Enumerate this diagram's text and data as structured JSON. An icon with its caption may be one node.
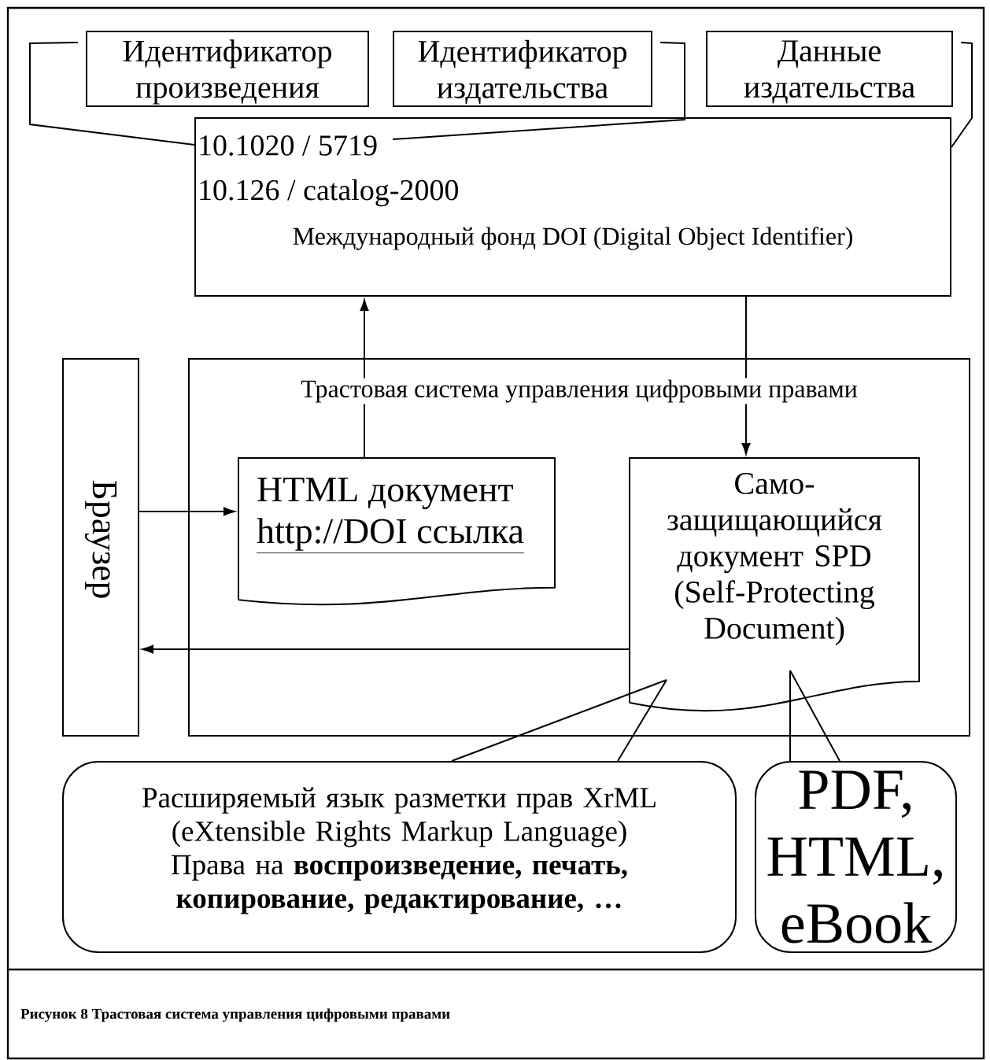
{
  "diagram": {
    "caption": "Рисунок 8 Трастовая система управления цифровыми правами",
    "nodes": [
      {
        "text": [
          "Идентификатор произведения"
        ]
      },
      {
        "text": [
          "Идентификатор издательства"
        ]
      },
      {
        "text": [
          "Данные издательства"
        ]
      },
      {
        "text": [
          "10.1020 / 5719",
          "10.126 / catalog-2000",
          "Международный фонд DOI (Digital Object Identifier)"
        ]
      },
      {
        "text": [
          "Браузер"
        ]
      },
      {
        "text": [
          "Трастовая система управления цифровыми правами"
        ]
      },
      {
        "text": [
          "HTML документ",
          "http://DOI ссылка"
        ],
        "in": 5
      },
      {
        "text": [
          "Само- защищающийся документ SPD (Self-Protecting Document)"
        ],
        "in": 5
      },
      {
        "text": [
          "Расширяемый язык разметки прав XrML (eXtensible Rights Markup Language)",
          "Права на **воспроизведение, печать, копирование, редактирование, …**"
        ]
      },
      {
        "text": [
          "PDF, HTML, eBook"
        ]
      }
    ],
    "edges": [
      {
        "from": 0,
        "to": 3,
        "arrow": "none"
      },
      {
        "from": 1,
        "to": 3,
        "arrow": "none"
      },
      {
        "from": 2,
        "to": 3,
        "arrow": "none"
      },
      {
        "from": 4,
        "to": 6,
        "arrow": "to"
      },
      {
        "from": 6,
        "to": 3,
        "arrow": "to"
      },
      {
        "from": 3,
        "to": 7,
        "arrow": "to"
      },
      {
        "from": 7,
        "to": 4,
        "arrow": "to"
      },
      {
        "from": 8,
        "to": 7,
        "arrow": "none"
      },
      {
        "from": 9,
        "to": 7,
        "arrow": "none"
      }
    ]
  }
}
